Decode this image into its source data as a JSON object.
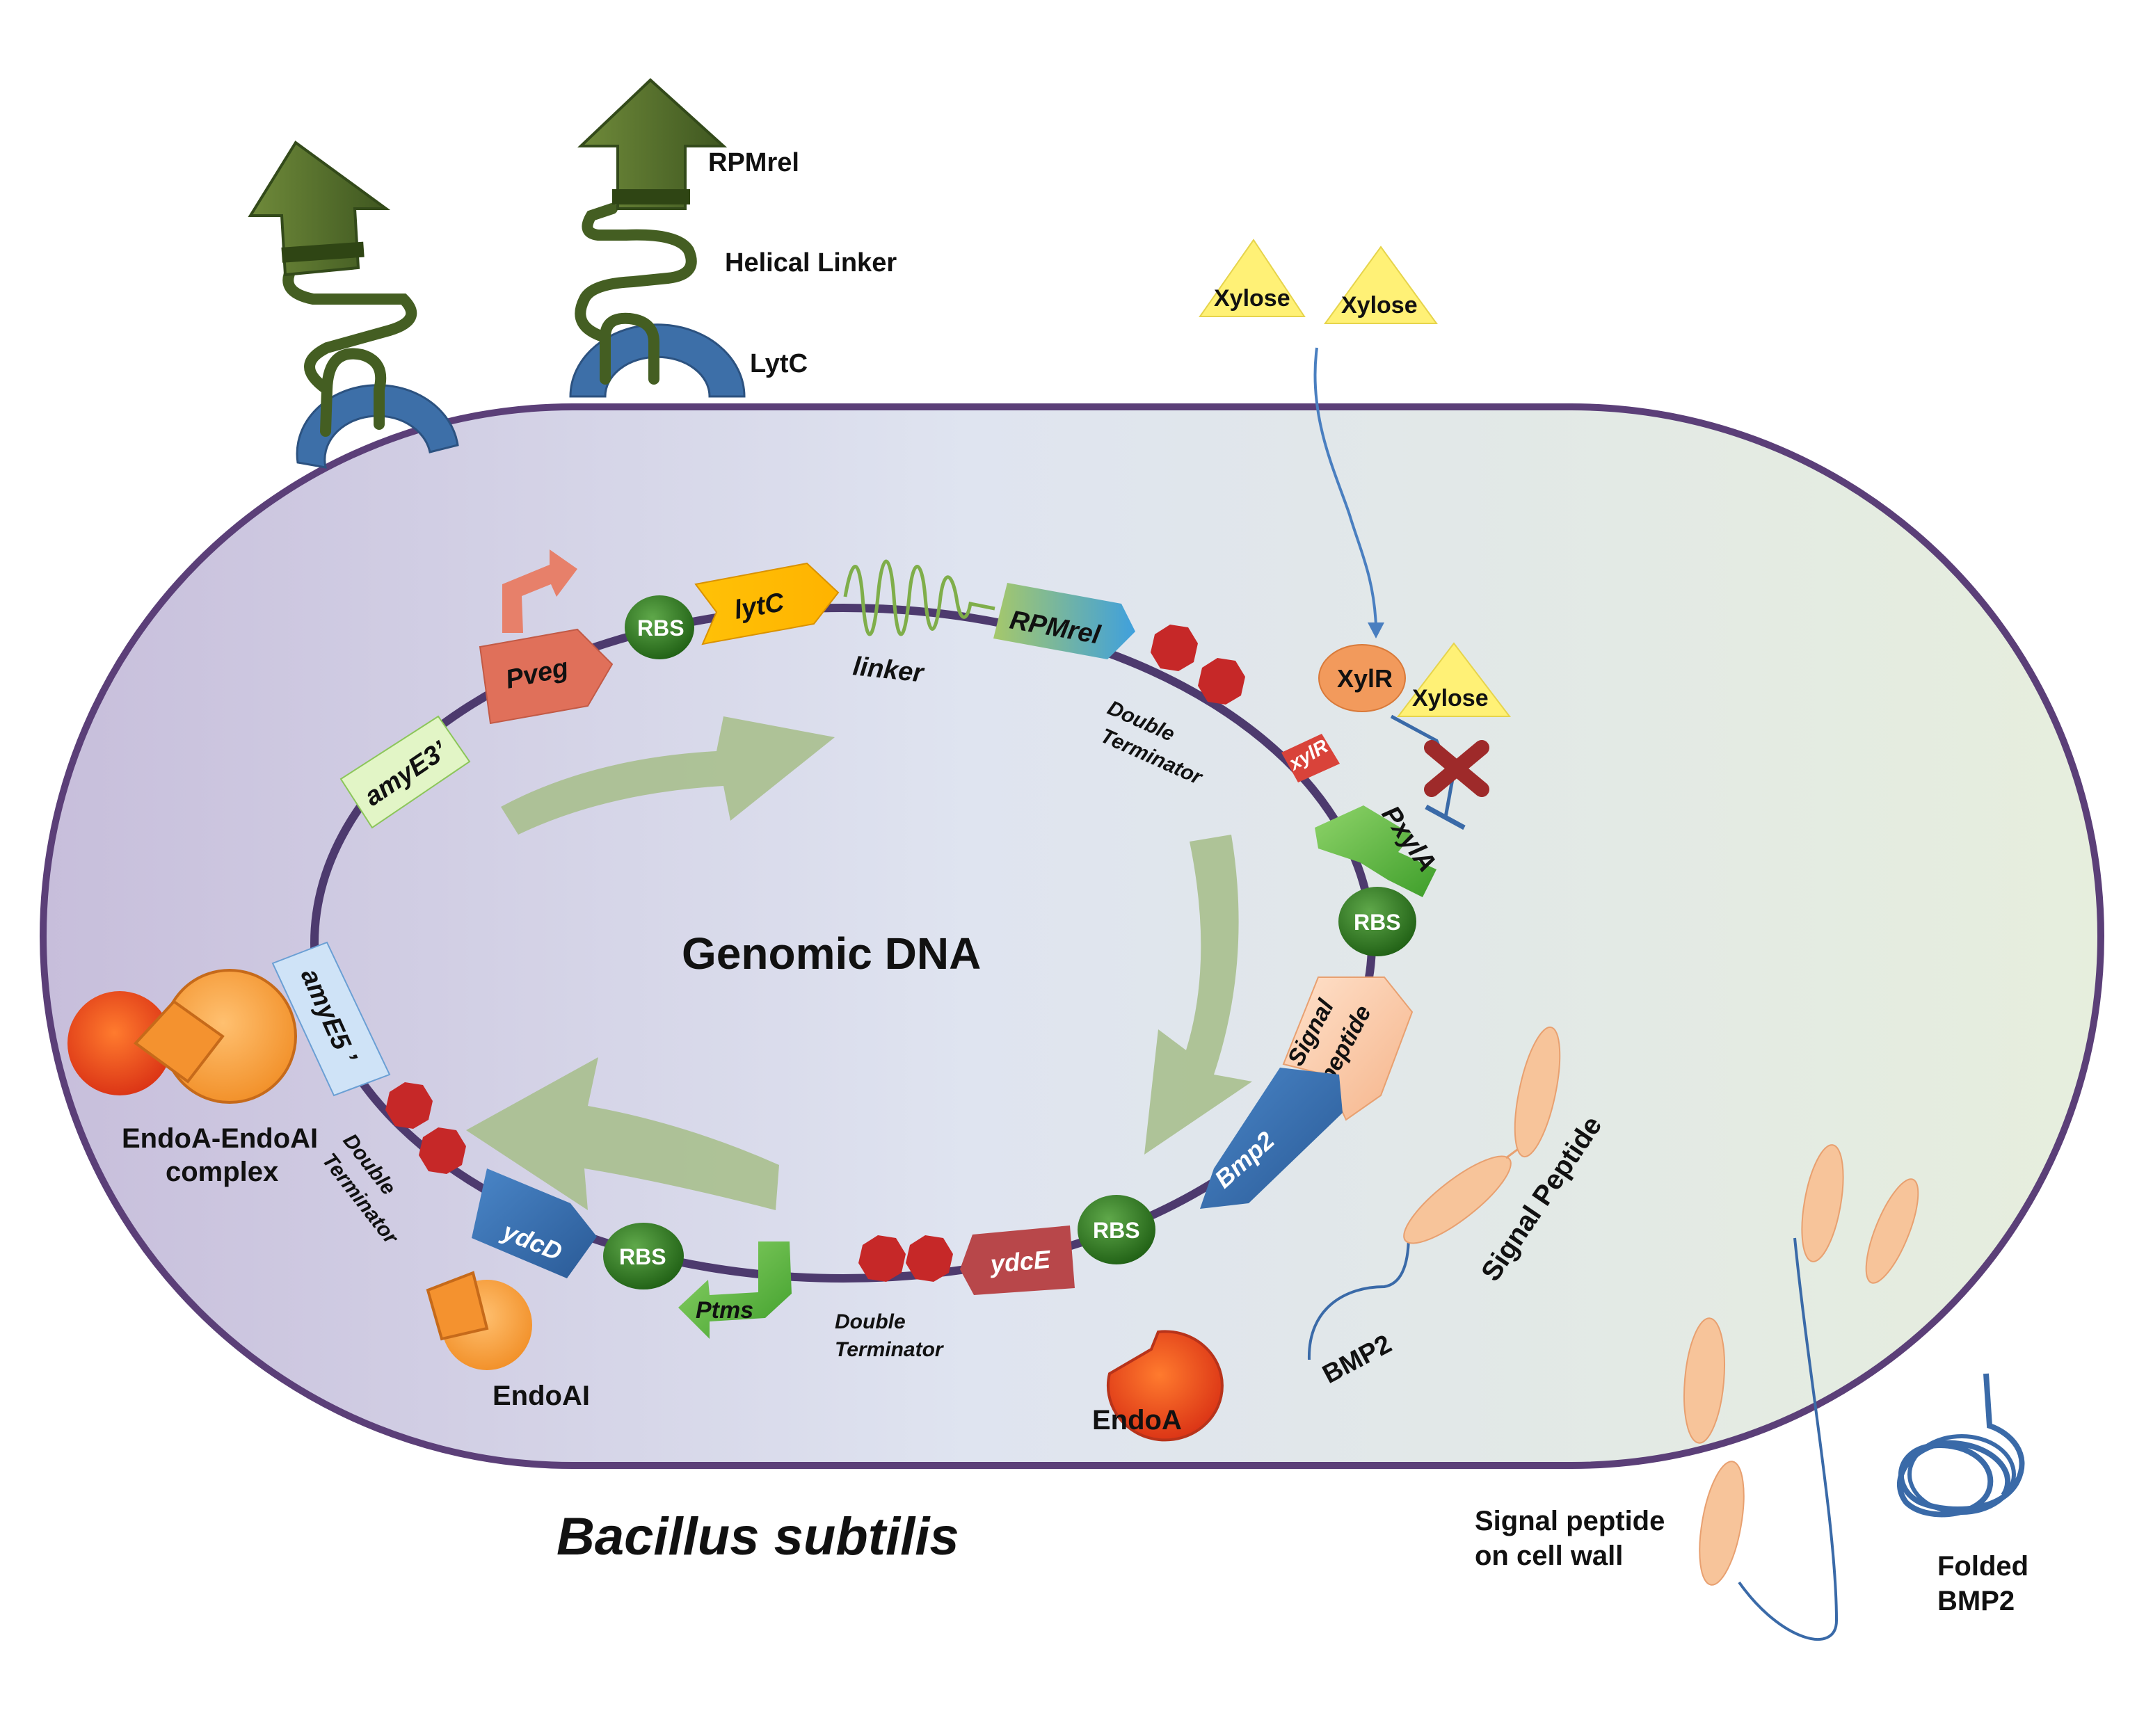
{
  "colors": {
    "cell_outline": "#5b3f78",
    "dna": "#4d3a6e",
    "rbs": "#2e7d1c",
    "terminator": "#c62828",
    "big_arrow": "#a9bf8e",
    "anchor_green": "#556b2f",
    "lytc_blue": "#3d6fa8",
    "xylose": "#fff176",
    "signal_peptide": "#f7c49a"
  },
  "cell": {
    "species_label": "Bacillus subtilis"
  },
  "genome": {
    "label": "Genomic DNA"
  },
  "parts": {
    "pveg": "Pveg",
    "lytc": "lytC",
    "linker": "linker",
    "rpmrel": "RPMrel",
    "xylr_gene": "xylR",
    "pxyla": "PxylA",
    "signal_peptide": [
      "Signal",
      "peptide"
    ],
    "bmp2": "Bmp2",
    "ydce": "ydcE",
    "ptms": "Ptms",
    "ydcd": "ydcD",
    "amye5": "amyE5 ’",
    "amye3": "amyE3’",
    "rbs": "RBS"
  },
  "terminators": {
    "top": [
      "Double",
      "Terminator"
    ],
    "bottom": [
      "Double",
      "Terminator"
    ],
    "left": [
      "Double",
      "Terminator"
    ]
  },
  "surface": {
    "rpmrel": "RPMrel",
    "helical_linker": "Helical Linker",
    "lytc": "LytC"
  },
  "xylose": {
    "label": "Xylose",
    "repressor": "XylR"
  },
  "proteins": {
    "complex": [
      "EndoA-EndoAI",
      "complex"
    ],
    "endoai": "EndoAI",
    "endoa": "EndoA"
  },
  "secretion": {
    "bmp2": "BMP2",
    "signal_peptide": "Signal Peptide",
    "signal_on_wall": [
      "Signal peptide",
      "on cell wall"
    ],
    "folded": [
      "Folded",
      "BMP2"
    ]
  }
}
